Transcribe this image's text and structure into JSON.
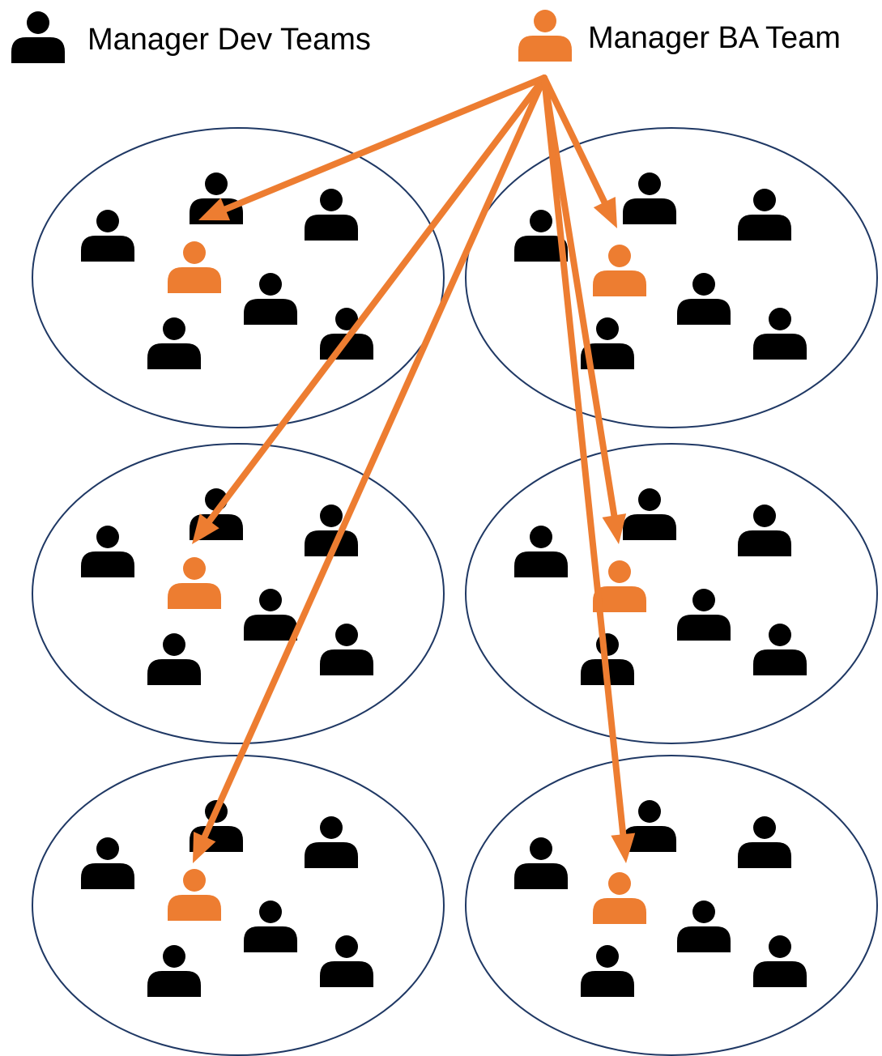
{
  "legend": {
    "dev_manager_label": "Manager Dev Teams",
    "ba_manager_label": "Manager BA Team",
    "dev_icon": "person-icon",
    "ba_icon": "person-icon"
  },
  "colors": {
    "background": "#ffffff",
    "dev_person": "#000000",
    "ba_person": "#ED7D31",
    "arrow": "#ED7D31",
    "team_outline": "#1F3864"
  },
  "teams": [
    {
      "id": "team-1",
      "members": 6,
      "ba_members": 1
    },
    {
      "id": "team-2",
      "members": 6,
      "ba_members": 1
    },
    {
      "id": "team-3",
      "members": 6,
      "ba_members": 1
    },
    {
      "id": "team-4",
      "members": 6,
      "ba_members": 1
    },
    {
      "id": "team-5",
      "members": 6,
      "ba_members": 1
    },
    {
      "id": "team-6",
      "members": 6,
      "ba_members": 1
    }
  ],
  "connections": [
    {
      "from": "manager-ba",
      "to": "team-1"
    },
    {
      "from": "manager-ba",
      "to": "team-2"
    },
    {
      "from": "manager-ba",
      "to": "team-3"
    },
    {
      "from": "manager-ba",
      "to": "team-4"
    },
    {
      "from": "manager-ba",
      "to": "team-5"
    },
    {
      "from": "manager-ba",
      "to": "team-6"
    }
  ]
}
